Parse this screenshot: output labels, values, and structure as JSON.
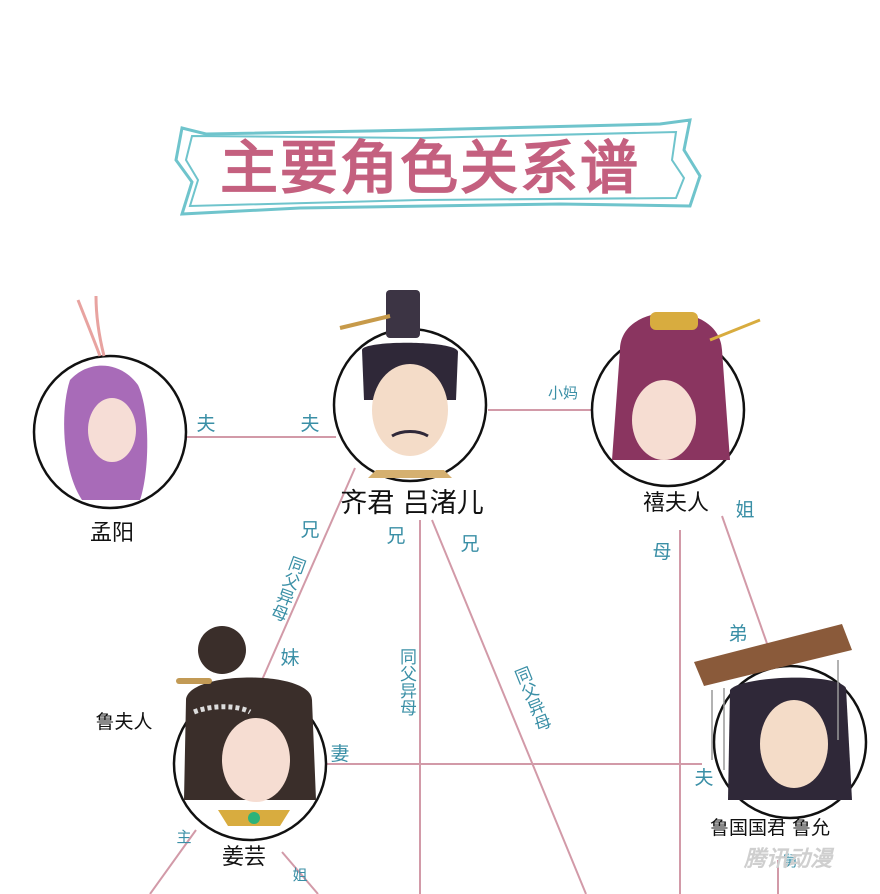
{
  "title": "主要角色关系谱",
  "colors": {
    "title": "#c4607f",
    "frame": "#6fc4cc",
    "link": "#d29aa8",
    "relation_text": "#3a8fa6"
  },
  "characters": {
    "mengyang": "孟阳",
    "qijun": "齐君 吕渚儿",
    "xifuren": "禧夫人",
    "lufuren": "鲁夫人",
    "jiangyun": "姜芸",
    "luguojun": "鲁国国君 鲁允"
  },
  "relations": {
    "fu_left": "夫",
    "fu_right": "夫",
    "xiaoma": "小妈",
    "jie_xi": "姐",
    "mu": "母",
    "di": "弟",
    "xiong1": "兄",
    "xiong2": "兄",
    "xiong3": "兄",
    "mei": "妹",
    "tongfu_1": "同父异母",
    "tongfu_2": "同父异母",
    "tongfu_3": "同父异母",
    "qi": "妻",
    "fu_lu": "夫",
    "zhu": "主",
    "jie_jiang": "姐",
    "jiu": "舅"
  },
  "watermark": "腾讯动漫"
}
